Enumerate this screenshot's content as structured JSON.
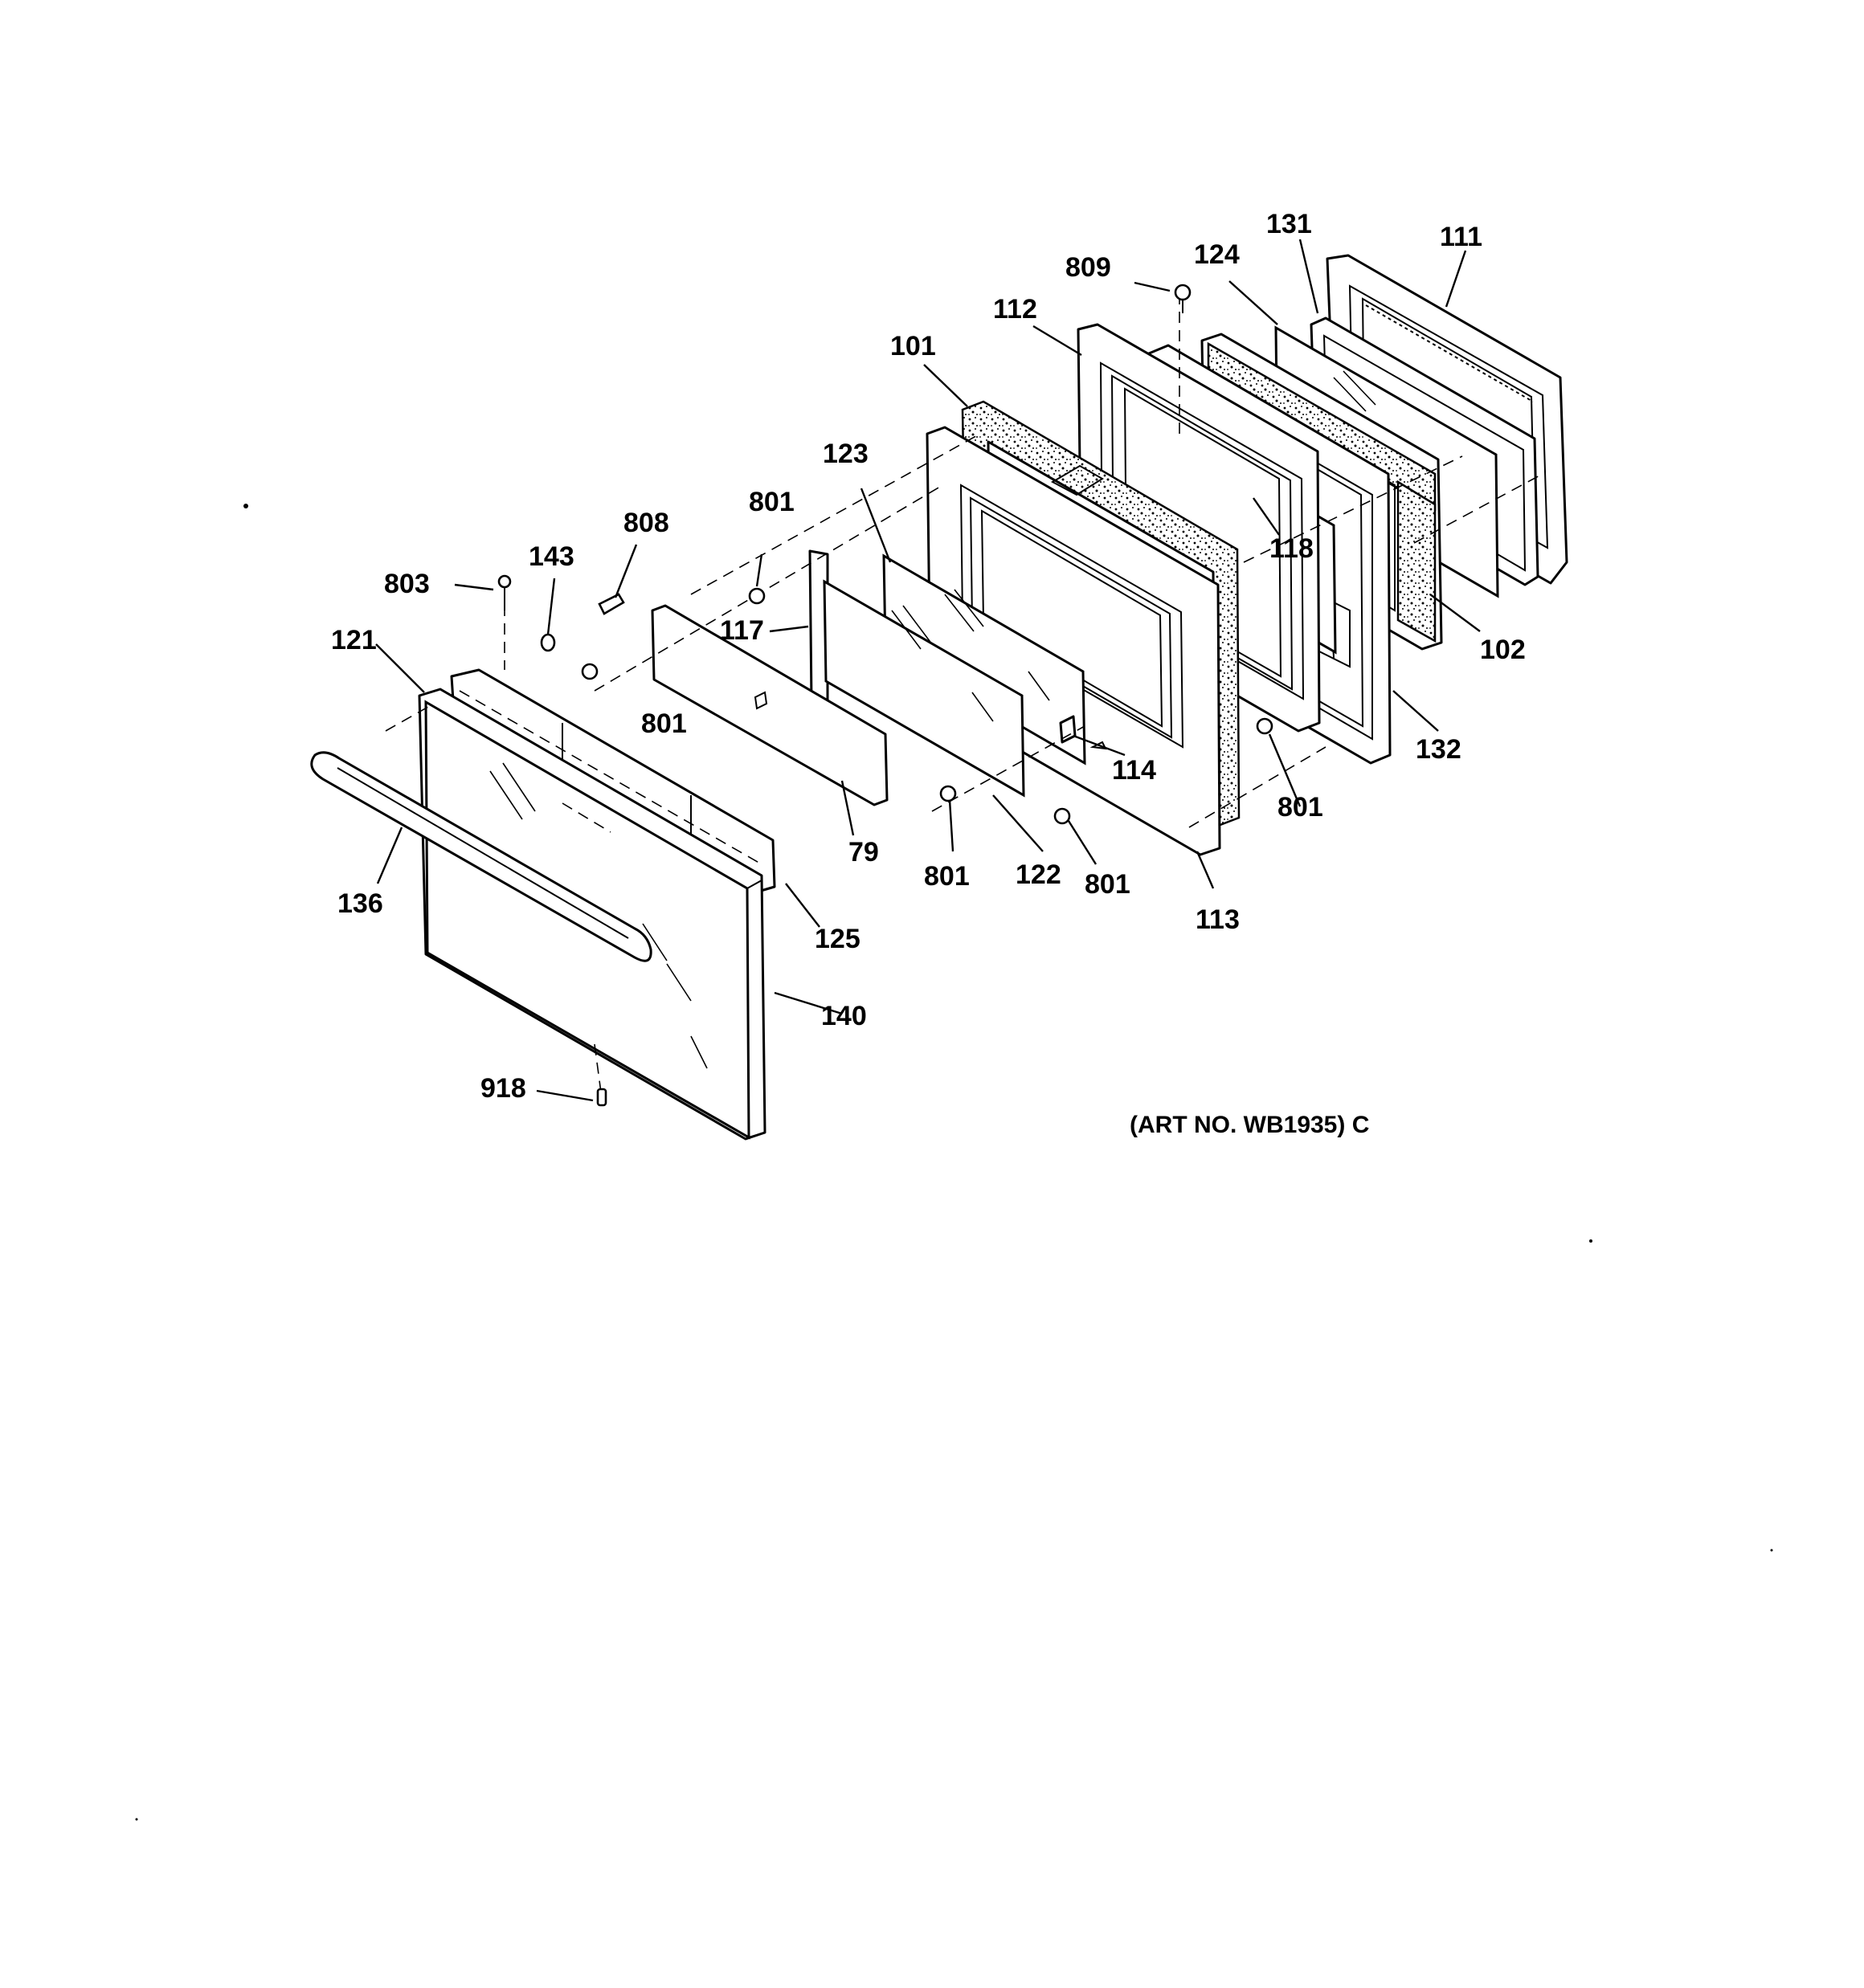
{
  "diagram": {
    "art_number": "(ART NO. WB1935) C",
    "callouts": {
      "c_809": "809",
      "c_124": "124",
      "c_131": "131",
      "c_111": "111",
      "c_112": "112",
      "c_101": "101",
      "c_123": "123",
      "c_801_top": "801",
      "c_808": "808",
      "c_143": "143",
      "c_803": "803",
      "c_121": "121",
      "c_117": "117",
      "c_118": "118",
      "c_102": "102",
      "c_801_mid": "801",
      "c_132": "132",
      "c_801_right": "801",
      "c_114": "114",
      "c_79": "79",
      "c_801_low1": "801",
      "c_122": "122",
      "c_801_low2": "801",
      "c_113": "113",
      "c_136": "136",
      "c_125": "125",
      "c_140": "140",
      "c_918": "918"
    }
  }
}
